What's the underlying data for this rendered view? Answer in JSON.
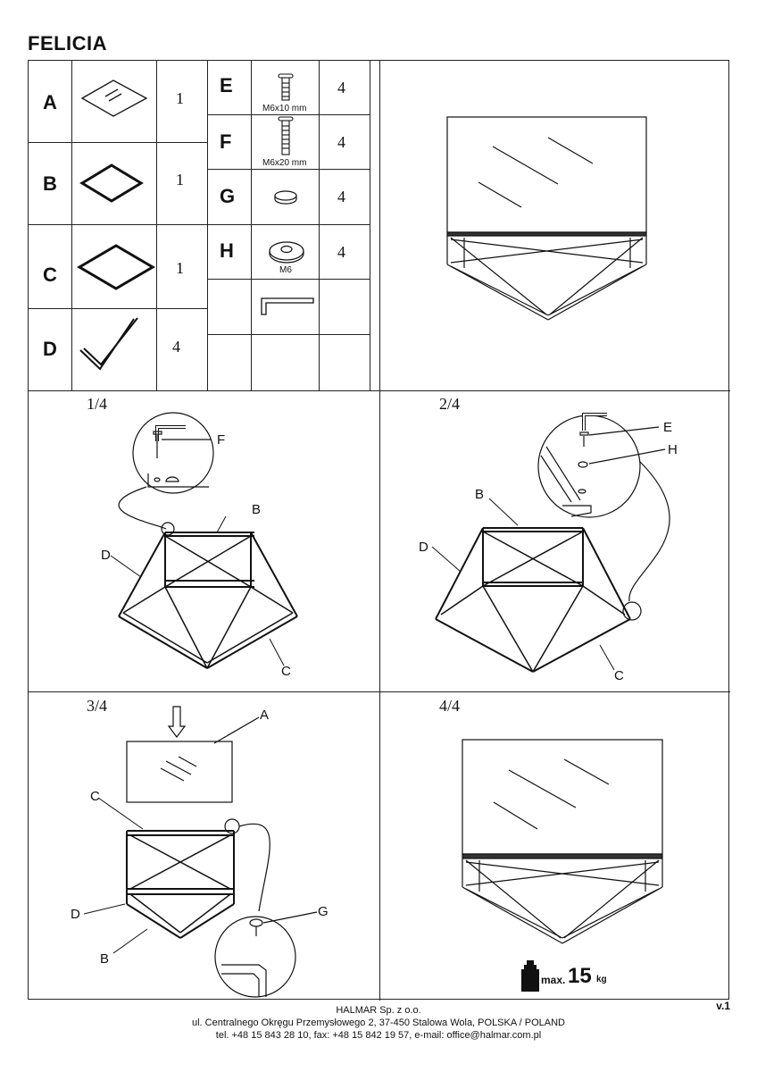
{
  "title": "FELICIA",
  "parts": [
    {
      "letter": "A",
      "qty": "1",
      "icon": "glass-top-icon"
    },
    {
      "letter": "B",
      "qty": "1",
      "icon": "frame-square-icon"
    },
    {
      "letter": "C",
      "qty": "1",
      "icon": "frame-square-large-icon"
    },
    {
      "letter": "D",
      "qty": "4",
      "icon": "leg-bracket-icon"
    }
  ],
  "hardware": [
    {
      "letter": "E",
      "qty": "4",
      "size": "M6x10 mm",
      "icon": "short-bolt-icon"
    },
    {
      "letter": "F",
      "qty": "4",
      "size": "M6x20 mm",
      "icon": "long-bolt-icon"
    },
    {
      "letter": "G",
      "qty": "4",
      "size": "",
      "icon": "pad-icon"
    },
    {
      "letter": "H",
      "qty": "4",
      "size": "M6",
      "icon": "washer-icon"
    }
  ],
  "tool": {
    "icon": "allen-key-icon"
  },
  "steps": {
    "s1": {
      "label": "1/4",
      "callouts": {
        "f": "F",
        "b": "B",
        "d": "D",
        "c": "C"
      }
    },
    "s2": {
      "label": "2/4",
      "callouts": {
        "e": "E",
        "h": "H",
        "b": "B",
        "d": "D",
        "c": "C"
      }
    },
    "s3": {
      "label": "3/4",
      "callouts": {
        "a": "A",
        "c": "C",
        "d": "D",
        "b": "B",
        "g": "G"
      }
    },
    "s4": {
      "label": "4/4"
    }
  },
  "max_load": {
    "prefix": "max.",
    "value": "15",
    "unit": "kg"
  },
  "version": "v.1",
  "footer": {
    "company": "HALMAR Sp. z o.o.",
    "address": "ul. Centralnego Okręgu Przemysłowego 2, 37-450 Stalowa Wola, POLSKA / POLAND",
    "contact": "tel. +48 15 843 28 10, fax: +48 15 842 19 57, e-mail: office@halmar.com.pl"
  }
}
